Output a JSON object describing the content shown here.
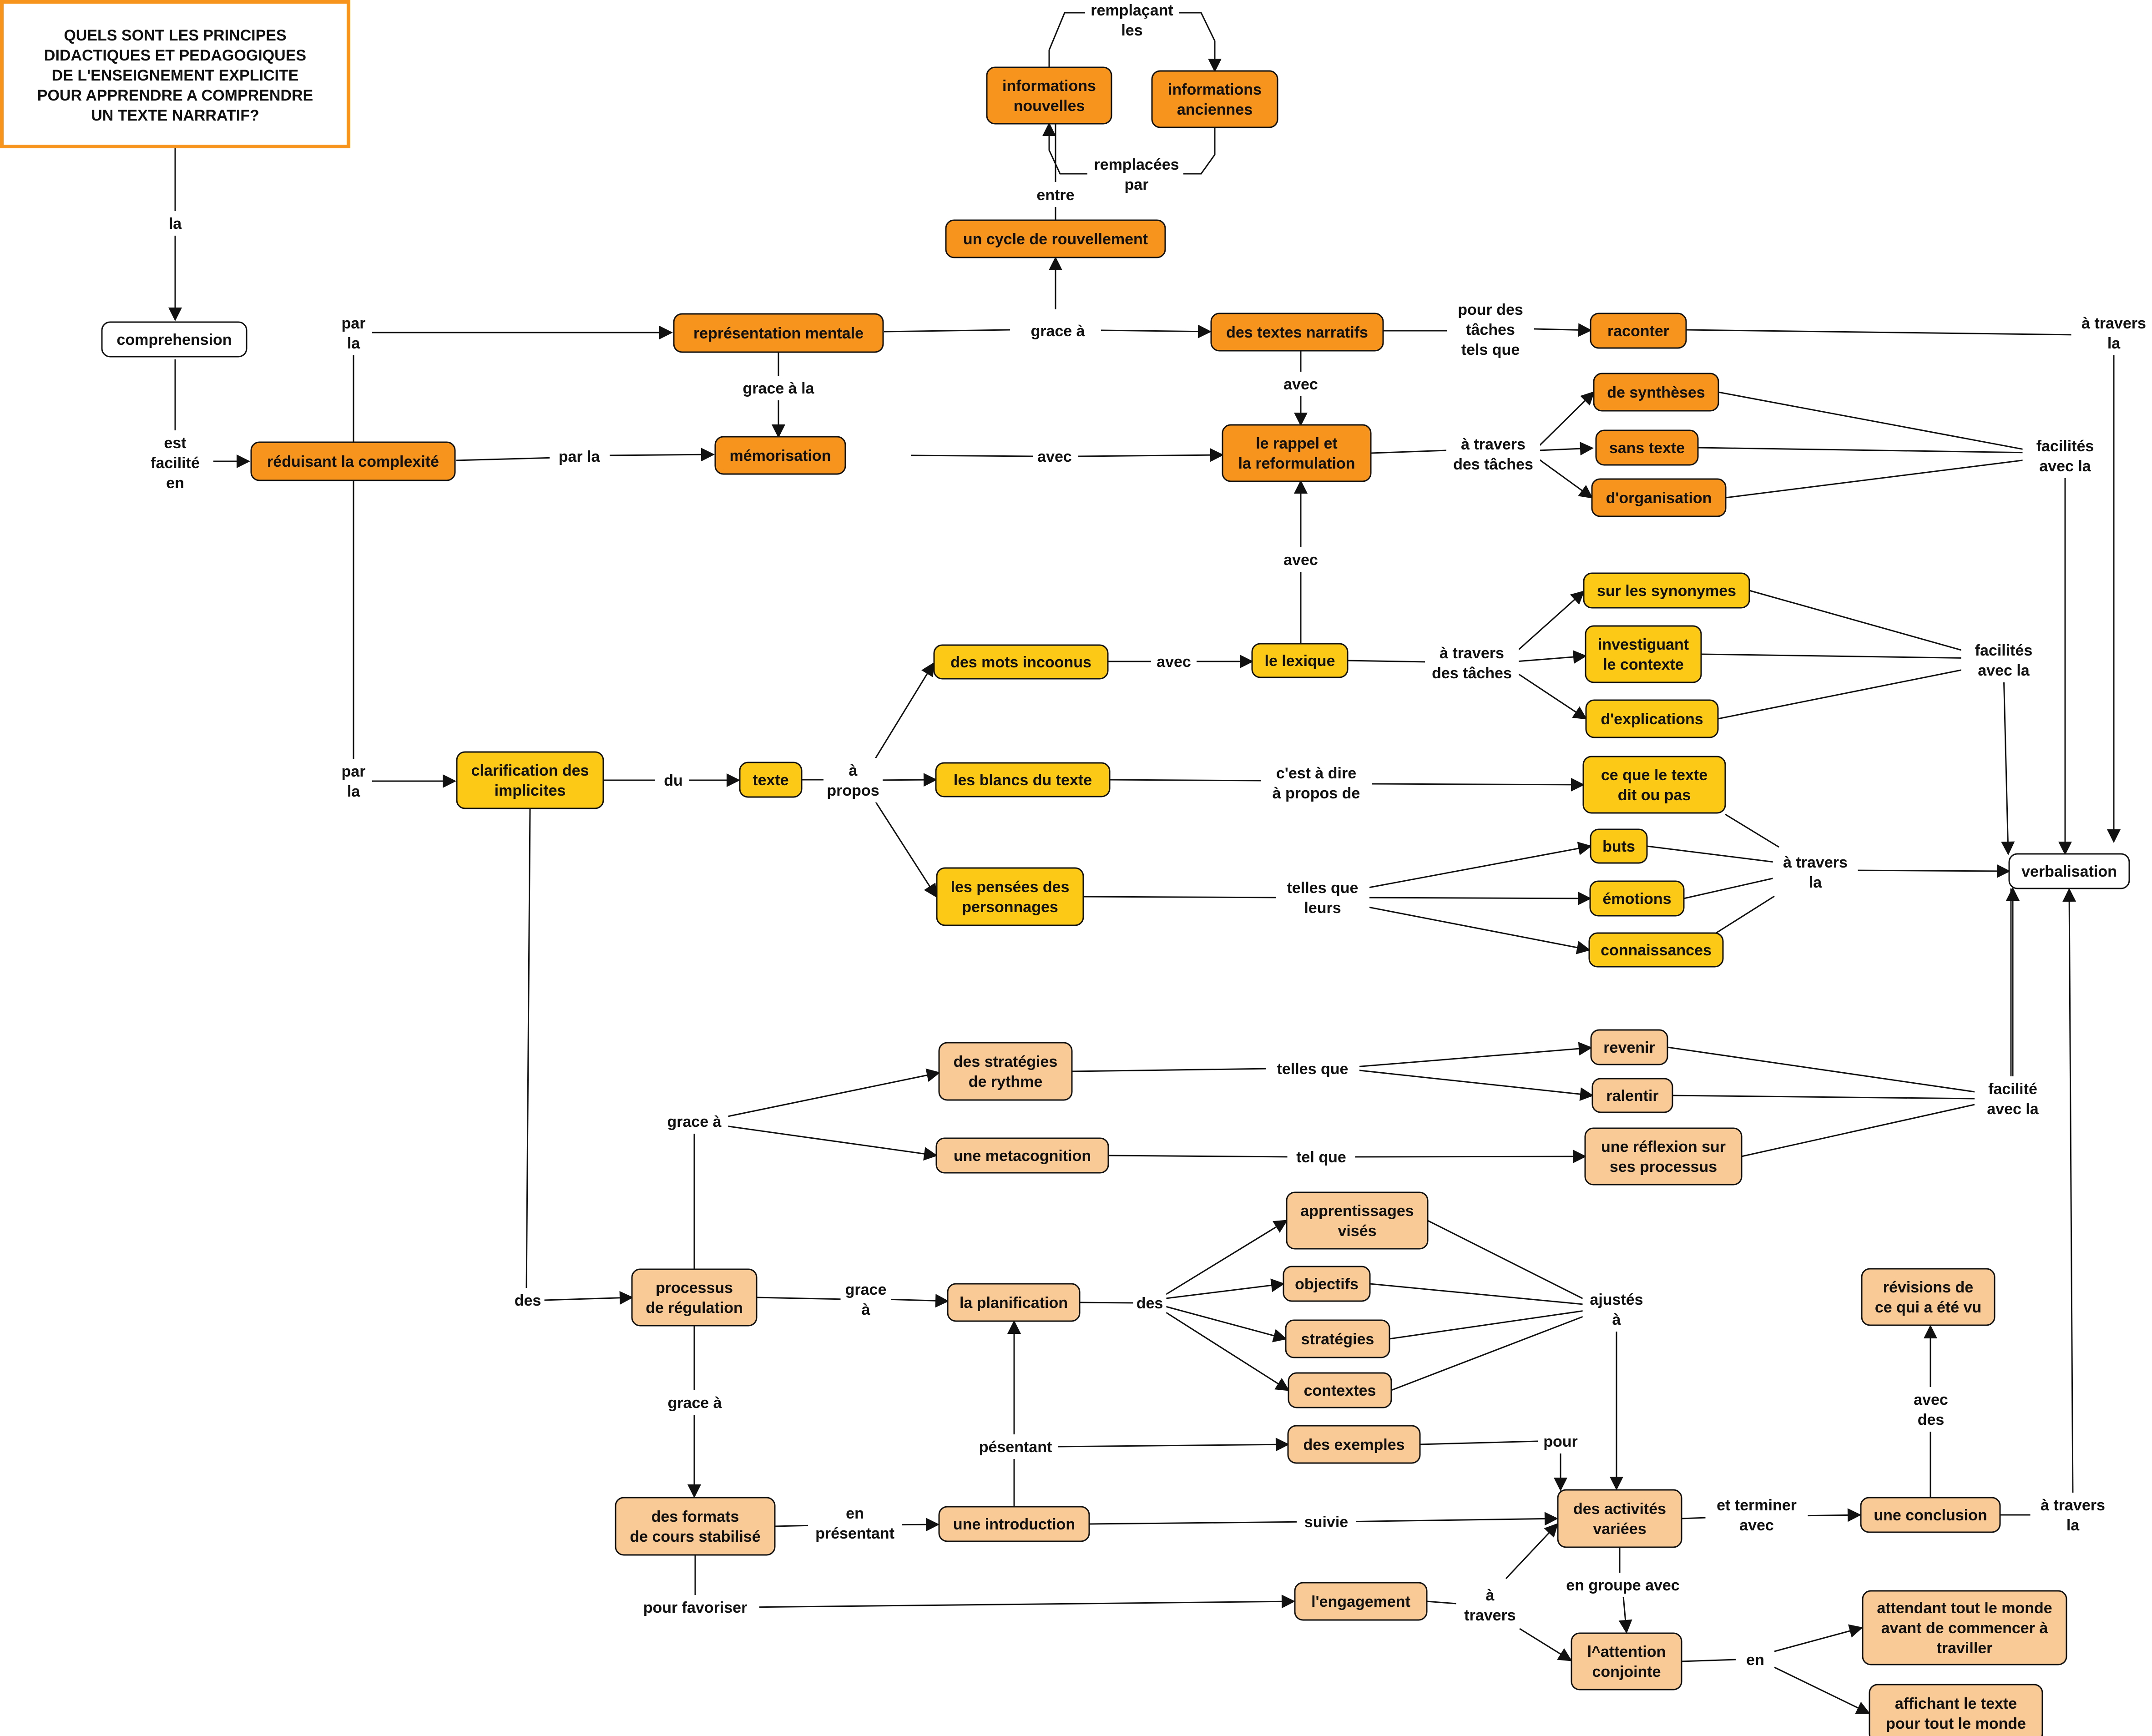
{
  "title": [
    "QUELS SONT LES PRINCIPES",
    "DIDACTIQUES ET PEDAGOGIQUES",
    "DE L'ENSEIGNEMENT EXPLICITE",
    "POUR APPRENDRE A COMPRENDRE",
    "UN TEXTE NARRATIF?"
  ],
  "concepts": {
    "comprehension": [
      "comprehension"
    ],
    "reduisant": [
      "réduisant la complexité"
    ],
    "representation": [
      "représentation mentale"
    ],
    "memorisation": [
      "mémorisation"
    ],
    "cycle": [
      "un cycle de rouvellement"
    ],
    "info_nouvelles": [
      "informations",
      "nouvelles"
    ],
    "info_anciennes": [
      "informations",
      "anciennes"
    ],
    "textes_narratifs": [
      "des textes narratifs"
    ],
    "raconter": [
      "raconter"
    ],
    "rappel": [
      "le rappel et",
      "la reformulation"
    ],
    "syntheses": [
      "de synthèses"
    ],
    "sans_texte": [
      "sans texte"
    ],
    "organisation": [
      "d'organisation"
    ],
    "clarification": [
      "clarification des",
      "implicites"
    ],
    "texte": [
      "texte"
    ],
    "mots_inconnus": [
      "des mots incoonus"
    ],
    "lexique": [
      "le lexique"
    ],
    "synonymes": [
      "sur les synonymes"
    ],
    "investiguant": [
      "investiguant",
      "le contexte"
    ],
    "explications": [
      "d'explications"
    ],
    "blancs": [
      "les blancs du texte"
    ],
    "ce_que": [
      "ce que le texte",
      "dit ou pas"
    ],
    "pensees": [
      "les pensées des",
      "personnages"
    ],
    "buts": [
      "buts"
    ],
    "emotions": [
      "émotions"
    ],
    "connaissances": [
      "connaissances"
    ],
    "verbalisation": [
      "verbalisation"
    ],
    "strategies_rythme": [
      "des stratégies",
      "de rythme"
    ],
    "metacognition": [
      "une metacognition"
    ],
    "revenir": [
      "revenir"
    ],
    "ralentir": [
      "ralentir"
    ],
    "reflexion": [
      "une réflexion sur",
      "ses processus"
    ],
    "processus": [
      "processus",
      "de régulation"
    ],
    "planification": [
      "la planification"
    ],
    "apprentissages": [
      "apprentissages",
      "visés"
    ],
    "objectifs": [
      "objectifs"
    ],
    "strategies": [
      "stratégies"
    ],
    "contextes": [
      "contextes"
    ],
    "exemples": [
      "des exemples"
    ],
    "formats": [
      "des formats",
      "de cours stabilisé"
    ],
    "introduction": [
      "une introduction"
    ],
    "activites": [
      "des activités",
      "variées"
    ],
    "conclusion": [
      "une conclusion"
    ],
    "revisions": [
      "révisions de",
      "ce qui a été vu"
    ],
    "engagement": [
      "l'engagement"
    ],
    "attention": [
      "l^attention",
      "conjointe"
    ],
    "attendant": [
      "attendant tout le monde",
      "avant de commencer à",
      "traviller"
    ],
    "affichant": [
      "affichant le texte",
      "pour tout le monde"
    ]
  },
  "linking_phrases": {
    "la": [
      "la"
    ],
    "est_facilite_en": [
      "est",
      "facilité",
      "en"
    ],
    "par_la_1": [
      "par",
      "la"
    ],
    "par_la_2": [
      "par",
      "la"
    ],
    "par_la_3": [
      "par la"
    ],
    "grace_a_1": [
      "grace à"
    ],
    "grace_a_la": [
      "grace à la"
    ],
    "entre": [
      "entre"
    ],
    "remplacant": [
      "remplaçant",
      "les"
    ],
    "remplacees": [
      "remplacées",
      "par"
    ],
    "pour_des_taches": [
      "pour des",
      "tâches",
      "tels que"
    ],
    "avec_1": [
      "avec"
    ],
    "avec_2": [
      "avec"
    ],
    "avec_3": [
      "avec"
    ],
    "avec_4": [
      "avec"
    ],
    "a_travers_taches_1": [
      "à travers",
      "des tâches"
    ],
    "a_travers_taches_2": [
      "à travers",
      "des tâches"
    ],
    "facilites_1": [
      "facilités",
      "avec la"
    ],
    "facilites_2": [
      "facilités",
      "avec la"
    ],
    "a_travers_la_1": [
      "à travers",
      "la"
    ],
    "a_travers_la_2": [
      "à travers",
      "la"
    ],
    "a_travers_la_3": [
      "à travers",
      "la"
    ],
    "du": [
      "du"
    ],
    "a_propos": [
      "à",
      "propos"
    ],
    "cest_a_dire": [
      "c'est à dire",
      "à propos de"
    ],
    "telles_que_leurs": [
      "telles que",
      "leurs"
    ],
    "des_1": [
      "des"
    ],
    "grace_a_2": [
      "grace à"
    ],
    "grace_a_3": [
      "grace",
      "à"
    ],
    "grace_a_4": [
      "grace à"
    ],
    "telles_que": [
      "telles que"
    ],
    "tel_que": [
      "tel que"
    ],
    "facilite_avec": [
      "facilité",
      "avec la"
    ],
    "des_2": [
      "des"
    ],
    "ajustes": [
      "ajustés",
      "à"
    ],
    "pesentant": [
      "pésentant"
    ],
    "pour": [
      "pour"
    ],
    "en_presentant": [
      "en",
      "présentant"
    ],
    "suivie": [
      "suivie"
    ],
    "et_terminer": [
      "et terminer",
      "avec"
    ],
    "avec_des": [
      "avec",
      "des"
    ],
    "en_groupe": [
      "en groupe avec"
    ],
    "pour_favoriser": [
      "pour favoriser"
    ],
    "a_travers_2": [
      "à",
      "travers"
    ],
    "en": [
      "en"
    ]
  },
  "colors": {
    "dark_orange": "#F7941D",
    "gold": "#FCC917",
    "peach": "#FACA96",
    "title_border": "#F7941D",
    "line": "#111111"
  }
}
